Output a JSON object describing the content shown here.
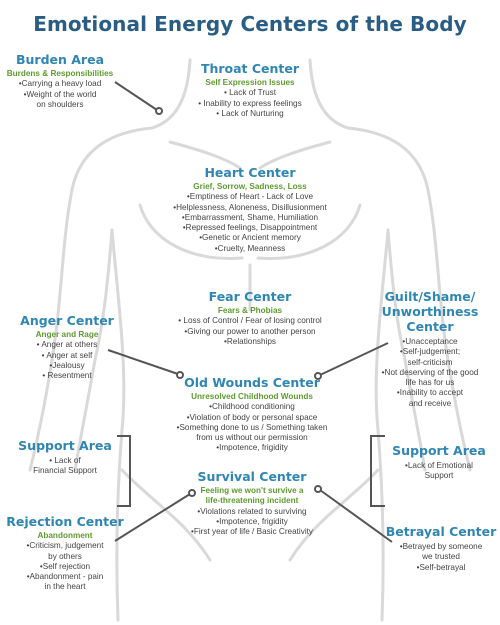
{
  "title": "Emotional Energy Centers of the Body",
  "colors": {
    "title": "#2a5d84",
    "heading": "#2f86b3",
    "subtitle": "#5e9a2f",
    "text": "#444444",
    "outline": "#d9d9d9",
    "pointer": "#555555"
  },
  "centers": {
    "burden": {
      "title": "Burden Area",
      "subtitle": "Burdens & Responsibilities",
      "items": [
        "•Carrying a heavy load",
        "•Weight of the world",
        "on shoulders"
      ]
    },
    "throat": {
      "title": "Throat Center",
      "subtitle": "Self Expression Issues",
      "items": [
        "• Lack of Trust",
        "• Inability to express feelings",
        "• Lack of Nurturing"
      ]
    },
    "heart": {
      "title": "Heart Center",
      "subtitle": "Grief, Sorrow, Sadness, Loss",
      "items": [
        "•Emptiness of Heart - Lack of Love",
        "•Helplessness, Aloneness, Disillusionment",
        "•Embarrassment, Shame, Humiliation",
        "•Repressed feelings, Disappointment",
        "•Genetic or Ancient memory",
        "•Cruelty, Meanness"
      ]
    },
    "fear": {
      "title": "Fear Center",
      "subtitle": "Fears & Phobias",
      "items": [
        "• Loss of Control / Fear of losing control",
        "•Giving our power to another person",
        "•Relationships"
      ]
    },
    "anger": {
      "title": "Anger Center",
      "subtitle": "Anger and Rage",
      "items": [
        "• Anger at others",
        "• Anger at self",
        "•Jealousy",
        "• Resentment"
      ]
    },
    "guilt": {
      "title": "Guilt/Shame/",
      "title2": "Unworthiness Center",
      "items": [
        "•Unacceptance",
        "•Self-judgement;",
        "self-criticism",
        "•Not deserving of the good",
        "life has for us",
        "•Inability to accept",
        "and receive"
      ]
    },
    "old_wounds": {
      "title": "Old Wounds Center",
      "subtitle": "Unresolved Childhood Wounds",
      "items": [
        "•Childhood conditioning",
        "•Violation of body or personal space",
        "•Something done to us / Something taken",
        "from us without our permission",
        "•Impotence, frigidity"
      ]
    },
    "support_left": {
      "title": "Support Area",
      "items": [
        "• Lack of",
        "Financial Support"
      ]
    },
    "support_right": {
      "title": "Support Area",
      "items": [
        "•Lack of Emotional",
        "Support"
      ]
    },
    "survival": {
      "title": "Survival Center",
      "subtitle": "Feeling we won't survive a",
      "subtitle2": "life-threatening incident",
      "items": [
        "•Violations related to surviving",
        "•Impotence, frigidity",
        "•First year of life / Basic Creativity"
      ]
    },
    "rejection": {
      "title": "Rejection Center",
      "subtitle": "Abandonment",
      "items": [
        "•Criticism, judgement",
        "by others",
        "•Self rejection",
        "•Abandonment - pain",
        "in the heart"
      ]
    },
    "betrayal": {
      "title": "Betrayal Center",
      "items": [
        "•Betrayed by someone",
        "we trusted",
        "•Self-betrayal"
      ]
    }
  }
}
